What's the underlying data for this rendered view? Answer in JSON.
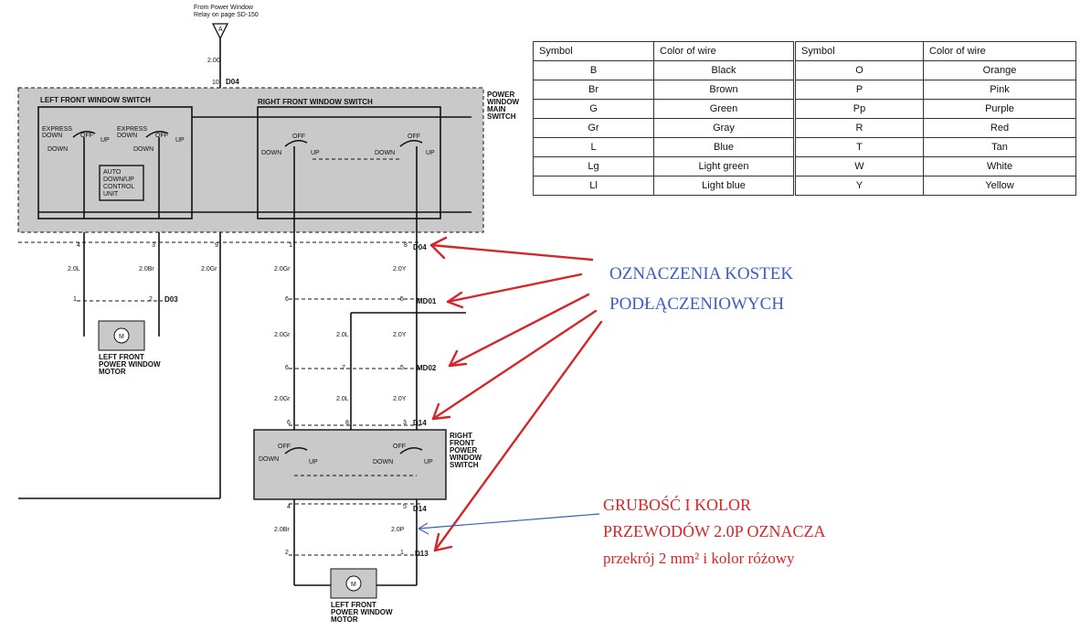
{
  "diagram": {
    "source_note": [
      "From Power Window",
      "Relay on page SD-150"
    ],
    "connector_a": "A",
    "wire_top": "2.0G",
    "pin_top": "10",
    "conn_top": "D04",
    "main_switch_label": [
      "POWER",
      "WINDOW",
      "MAIN",
      "SWITCH"
    ],
    "left_switch_title": "LEFT FRONT WINDOW SWITCH",
    "right_switch_title": "RIGHT FRONT WINDOW SWITCH",
    "express_down": [
      "EXPRESS",
      "DOWN"
    ],
    "down": "DOWN",
    "off": "OFF",
    "up": "UP",
    "auto_unit": [
      "AUTO",
      "DOWN/UP",
      "CONTROL",
      "UNIT"
    ],
    "pins_d04": [
      "4",
      "3",
      "9",
      "1",
      "8"
    ],
    "conn_d04": "D04",
    "wires_left": [
      "2.0L",
      "2.0Br",
      "2.0Gr"
    ],
    "wires_mid_d04": [
      "2.0Gr",
      "2.0Y"
    ],
    "pins_d03": [
      "1",
      "2"
    ],
    "conn_d03": "D03",
    "motor_symbol": "M",
    "left_motor_label": [
      "LEFT FRONT",
      "POWER WINDOW",
      "MOTOR"
    ],
    "pins_md01": [
      "6",
      "5"
    ],
    "conn_md01": "MD01",
    "wires_md": [
      "2.0Gr",
      "2.0L",
      "2.0Y"
    ],
    "pins_md02": [
      "6",
      "7",
      "5"
    ],
    "conn_md02": "MD02",
    "pins_d14_top": [
      "6",
      "8",
      "3"
    ],
    "conn_d14": "D14",
    "right_switch_label": [
      "RIGHT",
      "FRONT",
      "POWER",
      "WINDOW",
      "SWITCH"
    ],
    "pins_d14_bot": [
      "4",
      "5"
    ],
    "wires_bottom": [
      "2.0Br",
      "2.0P"
    ],
    "pins_d13": [
      "2",
      "1"
    ],
    "conn_d13": "D13",
    "bottom_motor_label": [
      "LEFT FRONT",
      "POWER WINDOW",
      "MOTOR"
    ]
  },
  "legend": {
    "headers": [
      "Symbol",
      "Color of wire",
      "Symbol",
      "Color of wire"
    ],
    "rows": [
      [
        "B",
        "Black",
        "O",
        "Orange"
      ],
      [
        "Br",
        "Brown",
        "P",
        "Pink"
      ],
      [
        "G",
        "Green",
        "Pp",
        "Purple"
      ],
      [
        "Gr",
        "Gray",
        "R",
        "Red"
      ],
      [
        "L",
        "Blue",
        "T",
        "Tan"
      ],
      [
        "Lg",
        "Light green",
        "W",
        "White"
      ],
      [
        "Ll",
        "Light blue",
        "Y",
        "Yellow"
      ]
    ]
  },
  "annotations": {
    "blue_lines": [
      "OZNACZENIA KOSTEK",
      "PODŁĄCZENIOWYCH"
    ],
    "red_line1": "GRUBOŚĆ I KOLOR",
    "red_line2": "PRZEWODÓW 2.0P OZNACZA",
    "red_line3": "przekrój 2 mm² i kolor różowy"
  },
  "colors": {
    "red": "#d6262a",
    "blue": "#3c5fbf",
    "gray_box": "#c9c9c9"
  }
}
